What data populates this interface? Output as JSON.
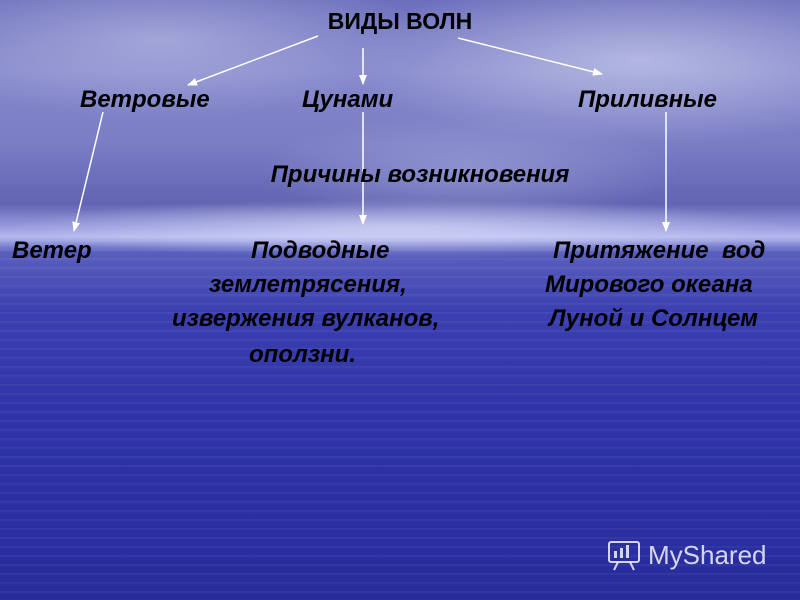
{
  "slide": {
    "title": "ВИДЫ ВОЛН",
    "wave_types": {
      "wind": "Ветровые",
      "tsunami": "Цунами",
      "tidal": "Приливные"
    },
    "causes_heading": "Причины возникновения",
    "causes": {
      "wind": "Ветер",
      "tsunami_lines": [
        "Подводные",
        "землетрясения,",
        "извержения вулканов,",
        "оползни."
      ],
      "tidal_lines": [
        "Притяжение  вод",
        "Мирового океана",
        "Луной и Солнцем"
      ]
    },
    "watermark": "MyShared"
  },
  "colors": {
    "text": "#000000",
    "arrows": "#ffffff",
    "sea": "#2a2fa2",
    "sky": "#8588cb"
  },
  "icons": [
    "presentation-board-icon"
  ]
}
